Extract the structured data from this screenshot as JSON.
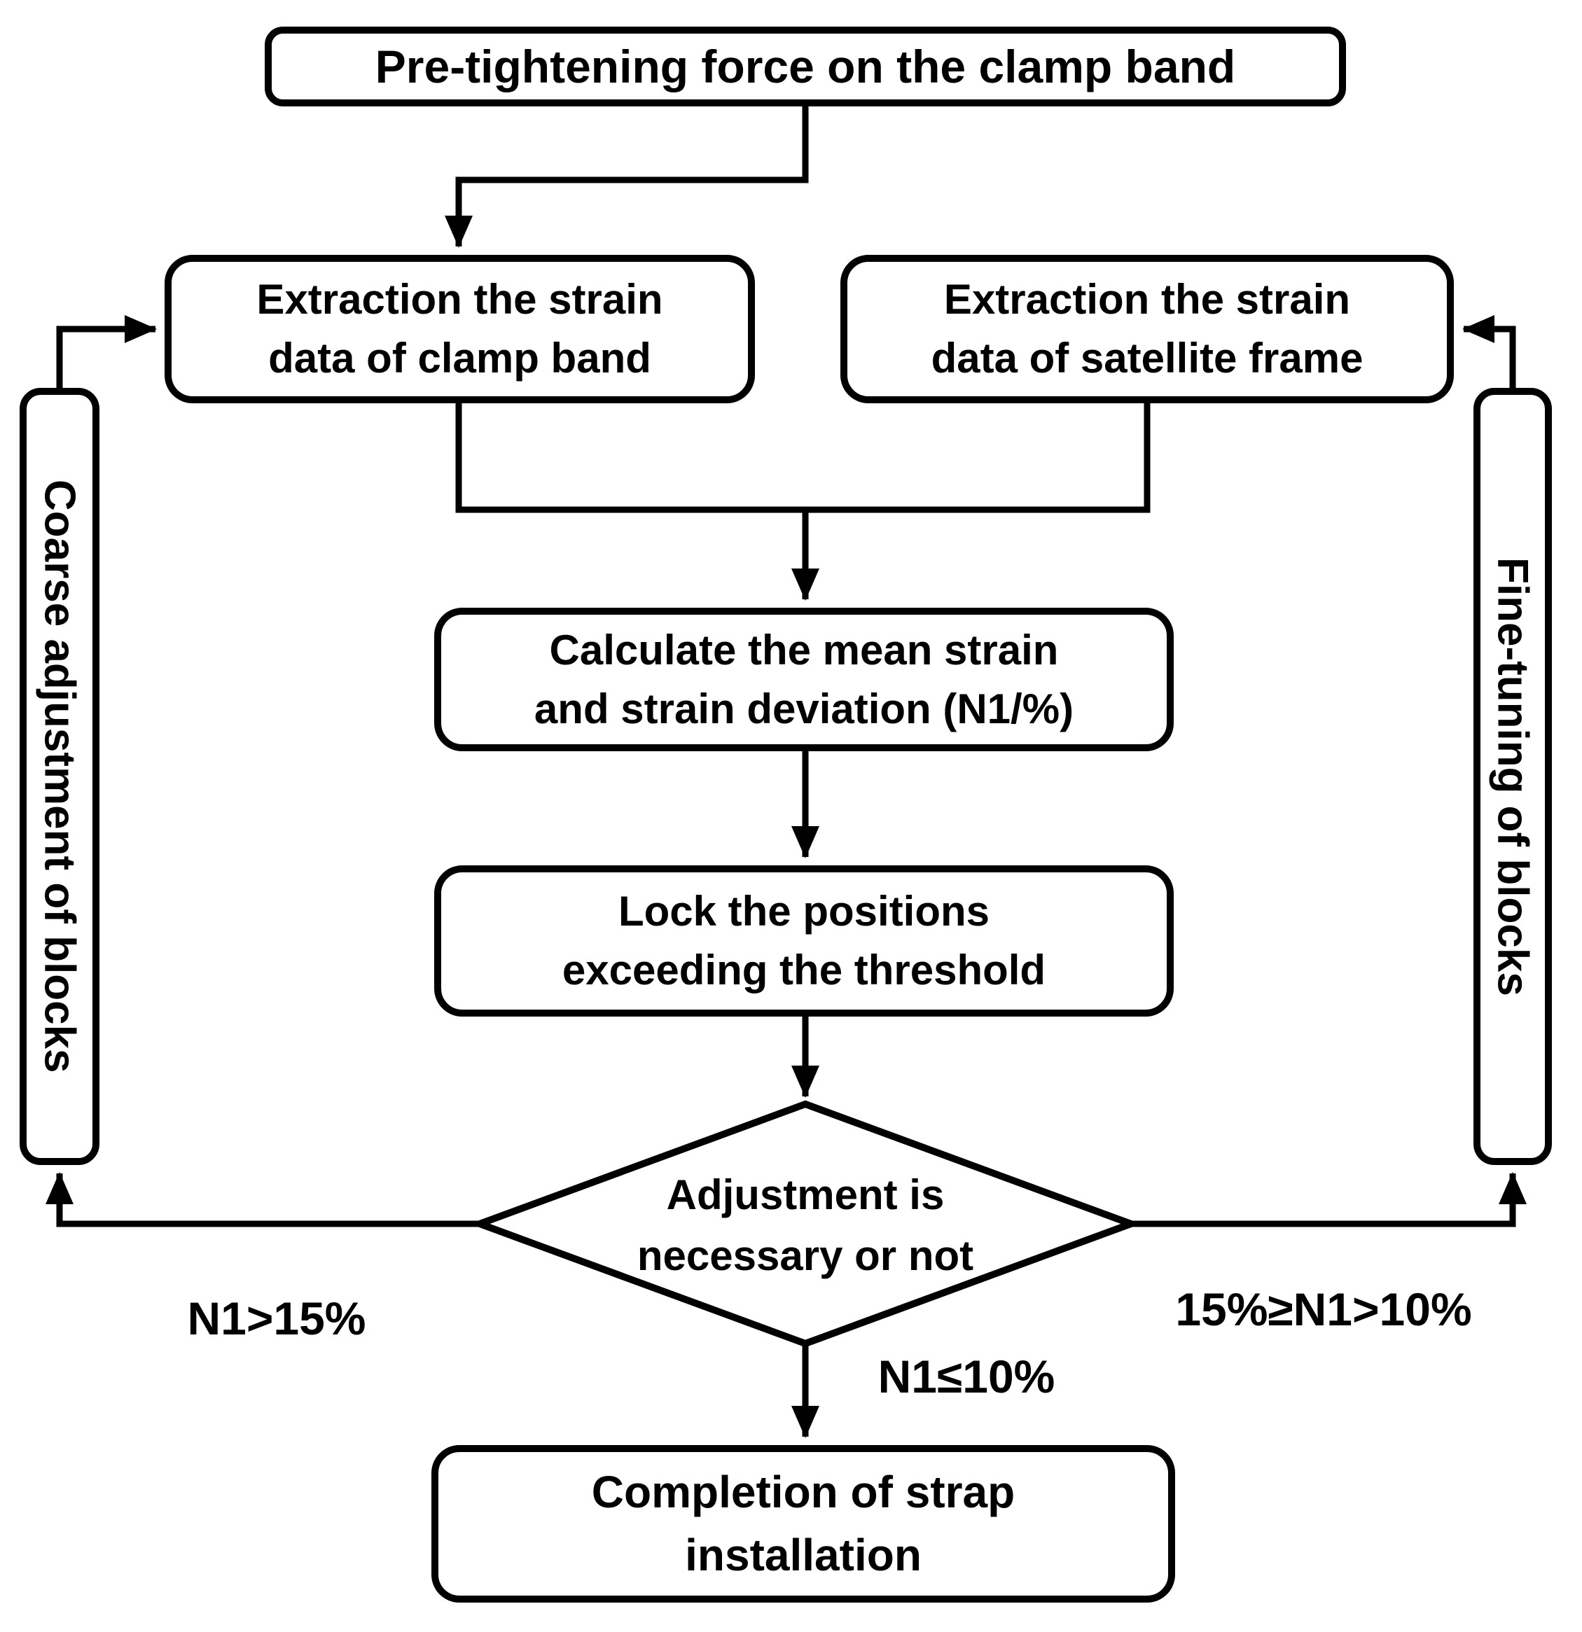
{
  "diagram_title": "Clamp band strap installation adjustment flowchart",
  "colors": {
    "stroke": "#000000",
    "fill": "#ffffff",
    "text": "#000000"
  },
  "nodes": {
    "pretighten": {
      "label": "Pre-tightening force on the clamp band"
    },
    "extract_clamp": {
      "line1": "Extraction the strain",
      "line2": "data of clamp band"
    },
    "extract_frame": {
      "line1": "Extraction the strain",
      "line2": "data of satellite frame"
    },
    "calculate": {
      "line1": "Calculate the mean strain",
      "line2": "and strain deviation (N1/%)"
    },
    "lock": {
      "line1": "Lock the positions",
      "line2": "exceeding the threshold"
    },
    "decision": {
      "line1": "Adjustment is",
      "line2": "necessary or not"
    },
    "complete": {
      "line1": "Completion of strap",
      "line2": "installation"
    },
    "coarse": {
      "label": "Coarse adjustment of blocks"
    },
    "fine": {
      "label": "Fine-tuning of blocks"
    }
  },
  "edge_labels": {
    "coarse_condition": "N1>15%",
    "fine_condition": "15%≥N1>10%",
    "done_condition": "N1≤10%"
  }
}
